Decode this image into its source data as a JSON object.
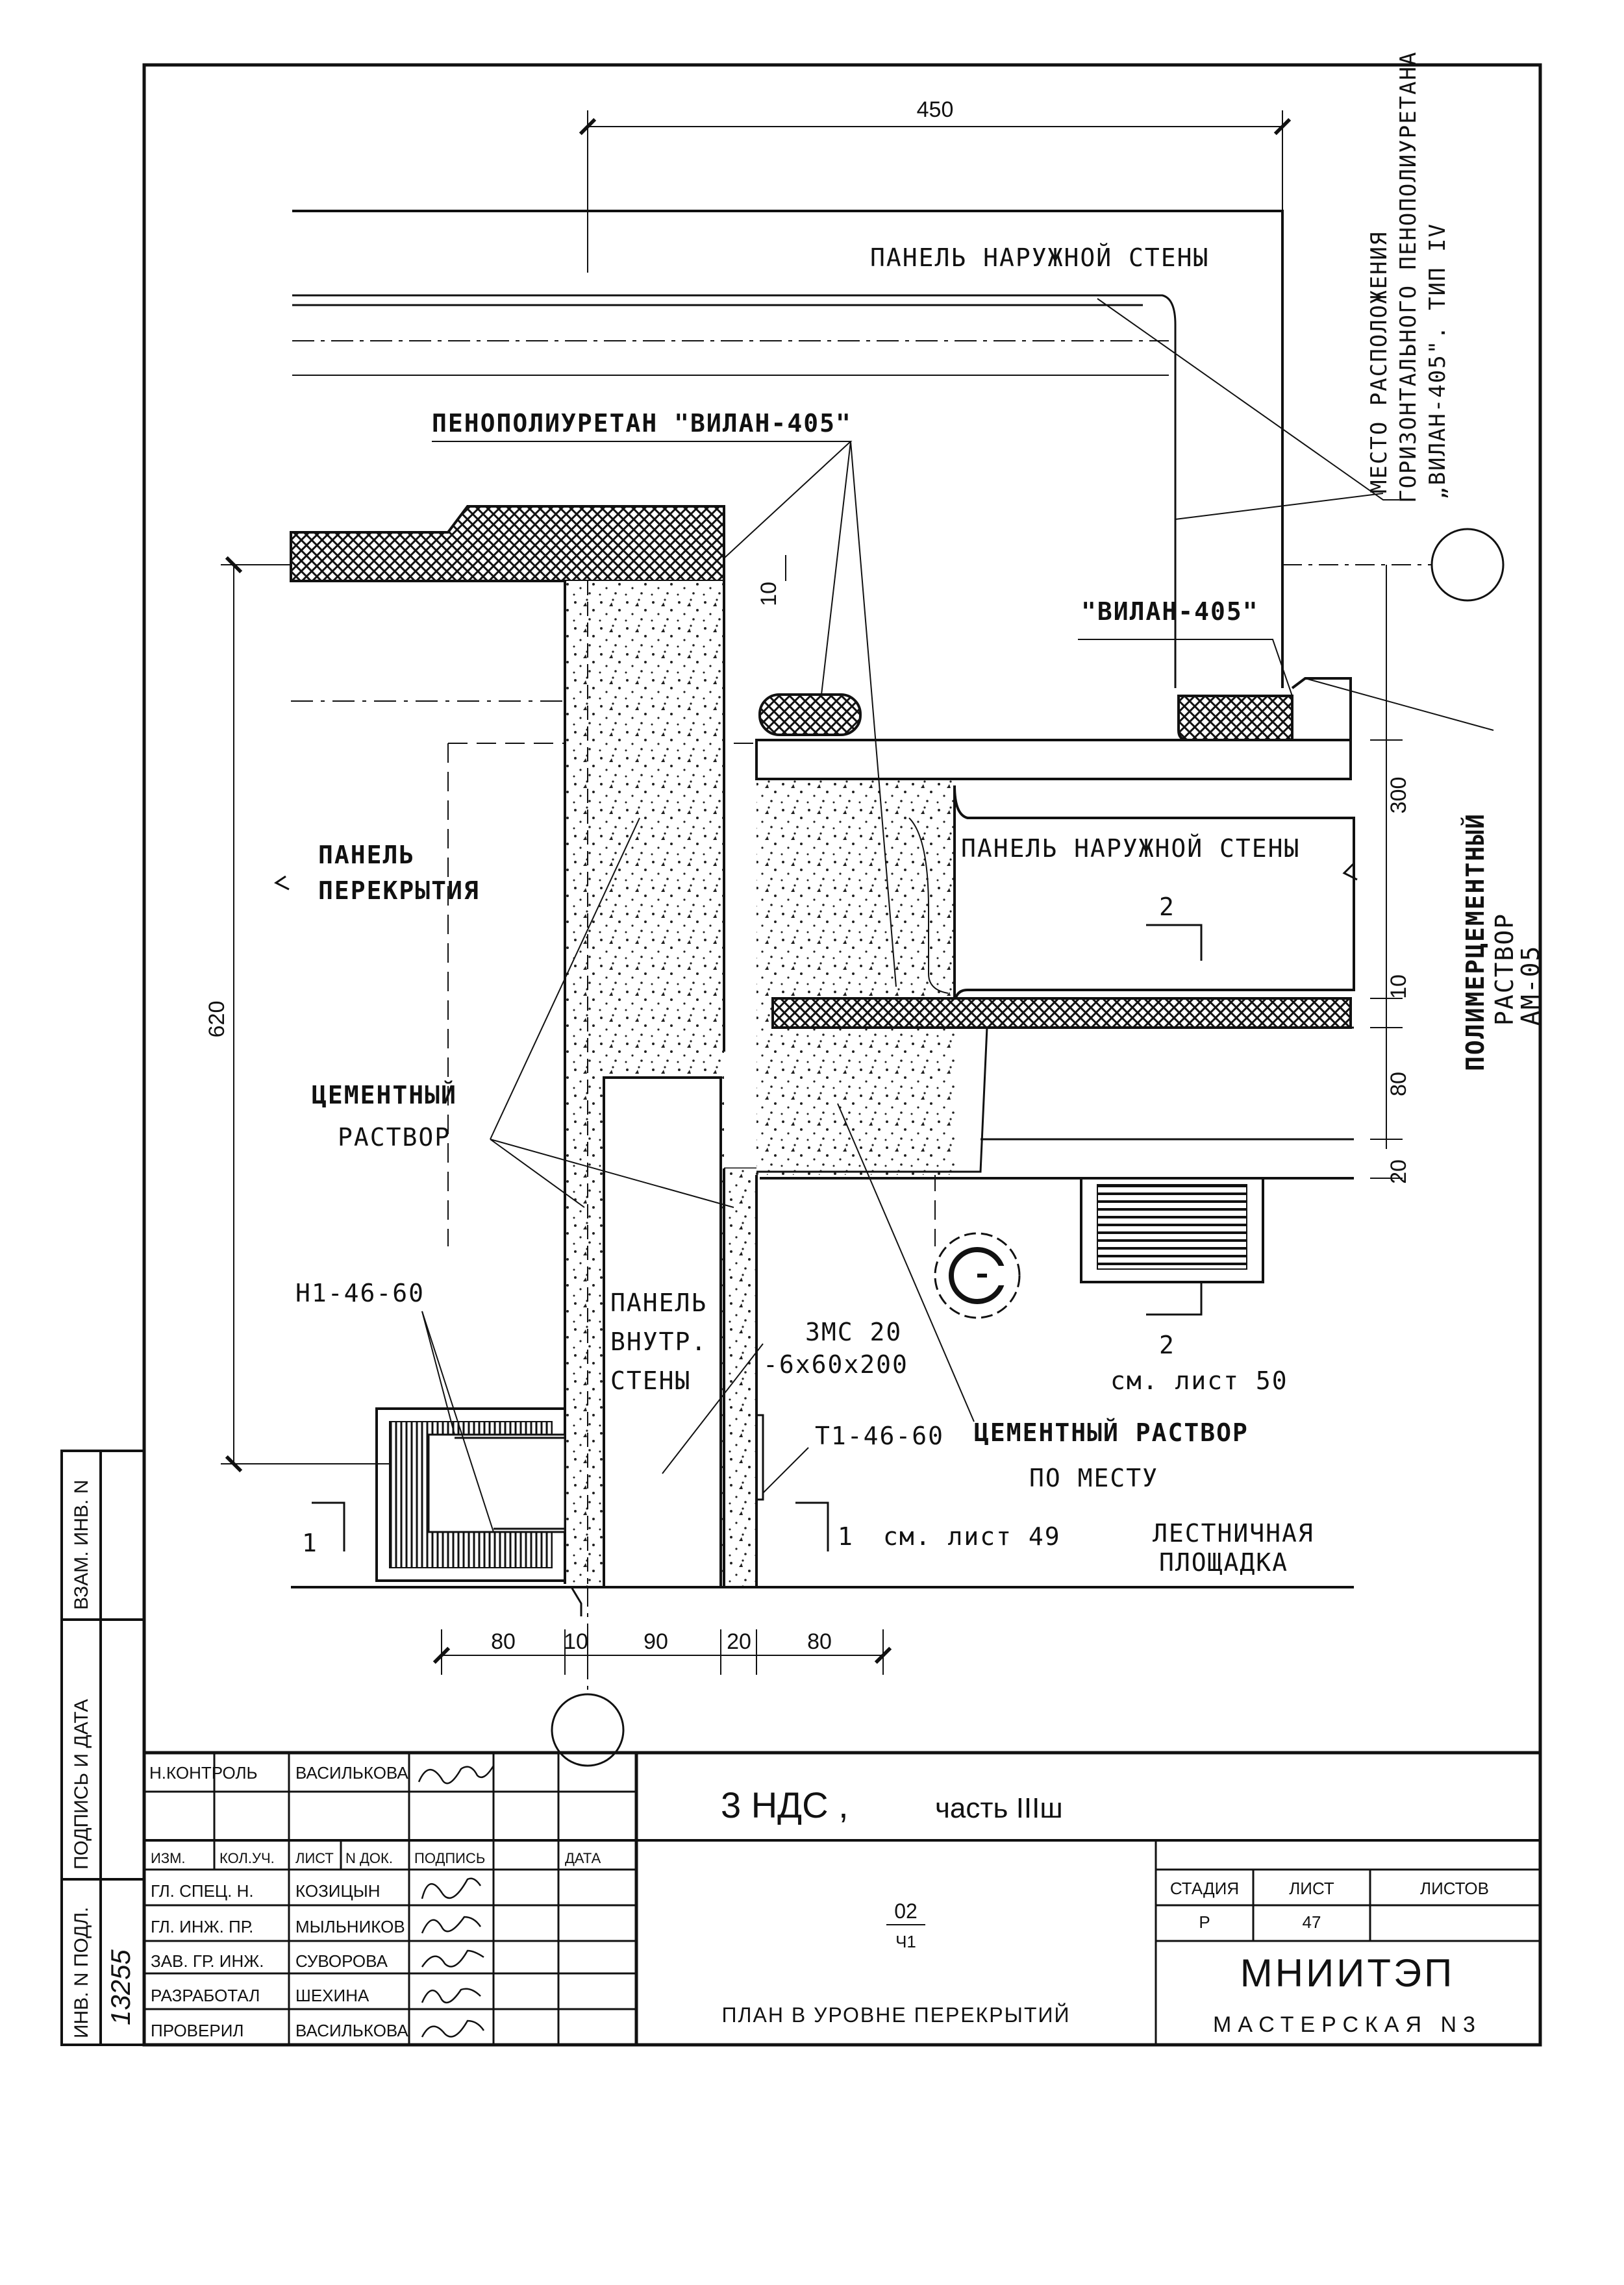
{
  "dimensions": {
    "top_450": "450",
    "d_10_upper": "10",
    "d_300": "300",
    "d_10_right": "10",
    "d_80_right": "80",
    "d_20_right": "20",
    "d_620": "620",
    "b_80a": "80",
    "b_10": "10",
    "b_90": "90",
    "b_20": "20",
    "b_80b": "80"
  },
  "labels": {
    "outer_wall_top": "ПАНЕЛЬ НАРУЖНОЙ СТЕНЫ",
    "outer_wall_mid": "ПАНЕЛЬ НАРУЖНОЙ СТЕНЫ",
    "foam_label": "ПЕНОПОЛИУРЕТАН \"ВИЛАН-405\"",
    "vilan": "\"ВИЛАН-405\"",
    "place_note": [
      "МЕСТО РАСПОЛОЖЕНИЯ",
      "ГОРИЗОНТАЛЬНОГО ПЕНОПОЛИУРЕТАНА",
      "„ВИЛАН-405\". ТИП IV"
    ],
    "slab_panel": [
      "ПАНЕЛЬ",
      "ПЕРЕКРЫТИЯ"
    ],
    "cement_left": [
      "ЦЕМЕНТНЫЙ",
      "РАСТВОР"
    ],
    "inner_wall": [
      "ПАНЕЛЬ",
      "ВНУТР.",
      "СТЕНЫ"
    ],
    "n1": "Н1-46-60",
    "zms": [
      "ЗМС 20",
      "-6х60х200"
    ],
    "t1": "Т1-46-60",
    "cement_place": [
      "ЦЕМЕНТНЫЙ РАСТВОР",
      "ПО МЕСТУ"
    ],
    "stair_landing": [
      "ЛЕСТНИЧНАЯ",
      "ПЛОЩАДКА"
    ],
    "polymer_mortar": [
      "ПОЛИМЕРЦЕМЕНТНЫЙ",
      "РАСТВОР",
      "АМ-05"
    ],
    "sec_2_top": "2",
    "sec_2_bottom": "2",
    "see_sheet_50": "см. лист 50",
    "sec_1_left": "1",
    "sec_1_right": "1",
    "see_sheet_49": "см. лист 49"
  },
  "side_stamp": {
    "inv_podl": "ИНВ. N ПОДЛ.",
    "podpis_data": "ПОДПИСЬ И ДАТА",
    "vzam_inv": "ВЗАМ. ИНВ. N",
    "inv_number": "13255"
  },
  "title_block": {
    "control_role": "Н.КОНТРОЛЬ",
    "control_name": "ВАСИЛЬКОВА",
    "headers": [
      "ИЗМ.",
      "КОЛ.УЧ.",
      "ЛИСТ",
      "N ДОК.",
      "ПОДПИСЬ",
      "ДАТА"
    ],
    "rows": [
      {
        "role": "ГЛ. СПЕЦ. Н.",
        "name": "КОЗИЦЫН"
      },
      {
        "role": "ГЛ. ИНЖ. ПР.",
        "name": "МЫЛЬНИКОВ"
      },
      {
        "role": "ЗАВ. ГР. ИНЖ.",
        "name": "СУВОРОВА"
      },
      {
        "role": "РАЗРАБОТАЛ",
        "name": "ШЕХИНА"
      },
      {
        "role": "ПРОВЕРИЛ",
        "name": "ВАСИЛЬКОВА"
      }
    ],
    "project": "3 НДС ,",
    "part": "часть IIIш",
    "code_top": "02",
    "code_bottom": "Ч1",
    "drawing_name": "ПЛАН В УРОВНЕ ПЕРЕКРЫТИЙ",
    "stage_header": "СТАДИЯ",
    "sheet_header": "ЛИСТ",
    "sheets_header": "ЛИСТОВ",
    "stage": "Р",
    "sheet": "47",
    "sheets": "",
    "org": "МНИИТЭП",
    "workshop": "МАСТЕРСКАЯ N3"
  }
}
